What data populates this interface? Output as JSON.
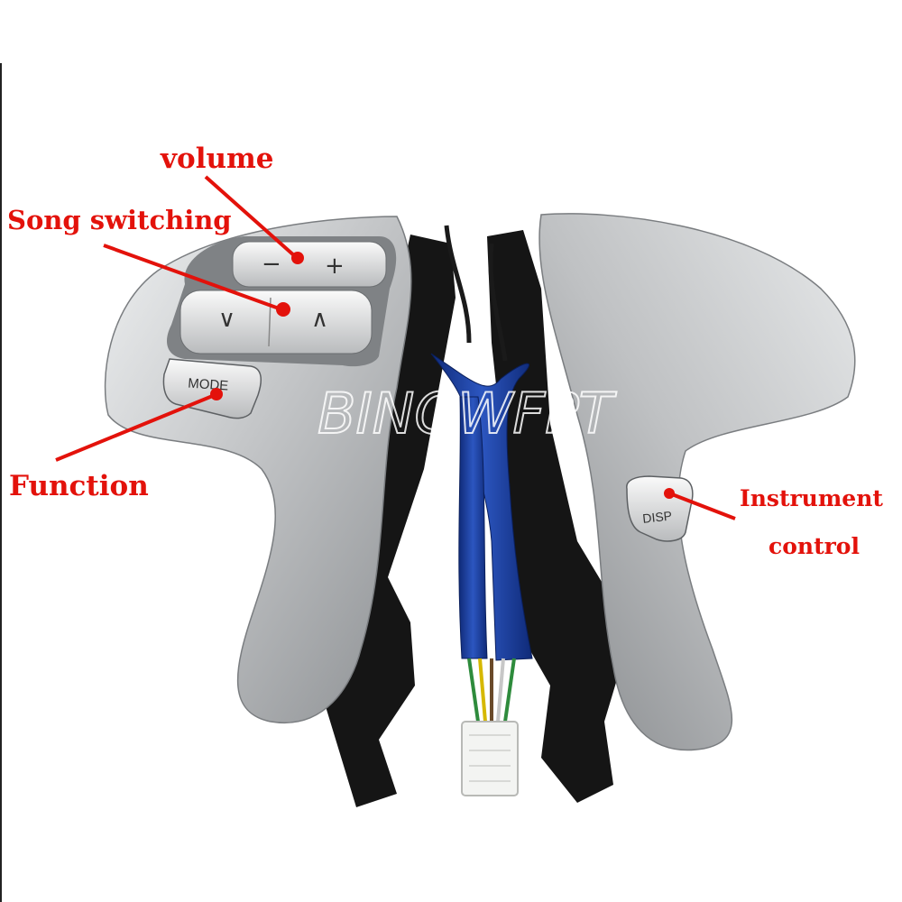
{
  "labels": {
    "volume": "volume",
    "song_switching": "Song switching",
    "function": "Function",
    "instrument_line1": "Instrument",
    "instrument_line2": "control"
  },
  "buttons": {
    "volume_minus": "−",
    "volume_plus": "+",
    "seek_down": "∨",
    "seek_up": "∧",
    "mode": "MODE",
    "disp": "DISP"
  },
  "watermark": "BINGWFPT",
  "colors": {
    "annotation_red": "#e3120b",
    "panel_silver": "#c9cbcd",
    "wire_blue": "#1c3f9c",
    "bracket_black": "#151515"
  }
}
